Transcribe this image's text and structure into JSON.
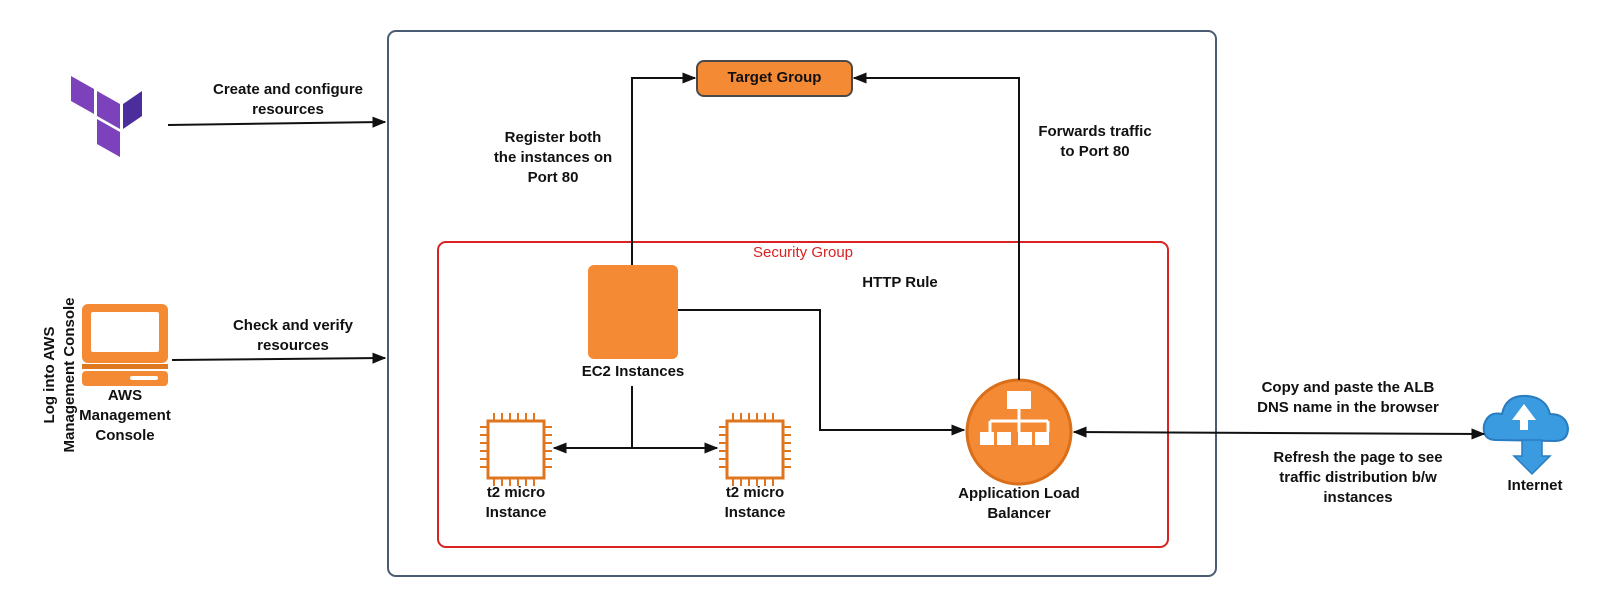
{
  "colors": {
    "orange": "#f58a35",
    "purple": "#7b42bc",
    "cloud_blue": "#2f8fd6",
    "security_red": "#d92323",
    "frame": "#4a5b72",
    "line": "#111111"
  },
  "labels": {
    "create_configure": [
      "Create and configure",
      "resources"
    ],
    "check_verify": [
      "Check and verify",
      "resources"
    ],
    "log_into": [
      "Log into AWS",
      "Management Console"
    ],
    "aws_console": [
      "AWS",
      "Management",
      "Console"
    ],
    "target_group": "Target Group",
    "register": [
      "Register both",
      "the instances on",
      "Port 80"
    ],
    "forwards": [
      "Forwards traffic",
      "to Port 80"
    ],
    "security_group": "Security Group",
    "http_rule": "HTTP Rule",
    "ec2": "EC2 Instances",
    "t2_left": [
      "t2 micro",
      "Instance"
    ],
    "t2_right": [
      "t2 micro",
      "Instance"
    ],
    "alb": [
      "Application Load",
      "Balancer"
    ],
    "copy_paste": [
      "Copy and paste the ALB",
      "DNS name in the browser"
    ],
    "refresh": [
      "Refresh the page to see",
      "traffic distribution b/w",
      "instances"
    ],
    "internet": "Internet"
  },
  "icons": {
    "terraform": "terraform-logo-icon",
    "console": "laptop-icon",
    "ec2": "ec2-instances-icon",
    "chip": "chip-icon",
    "alb": "load-balancer-icon",
    "internet": "cloud-internet-icon"
  }
}
